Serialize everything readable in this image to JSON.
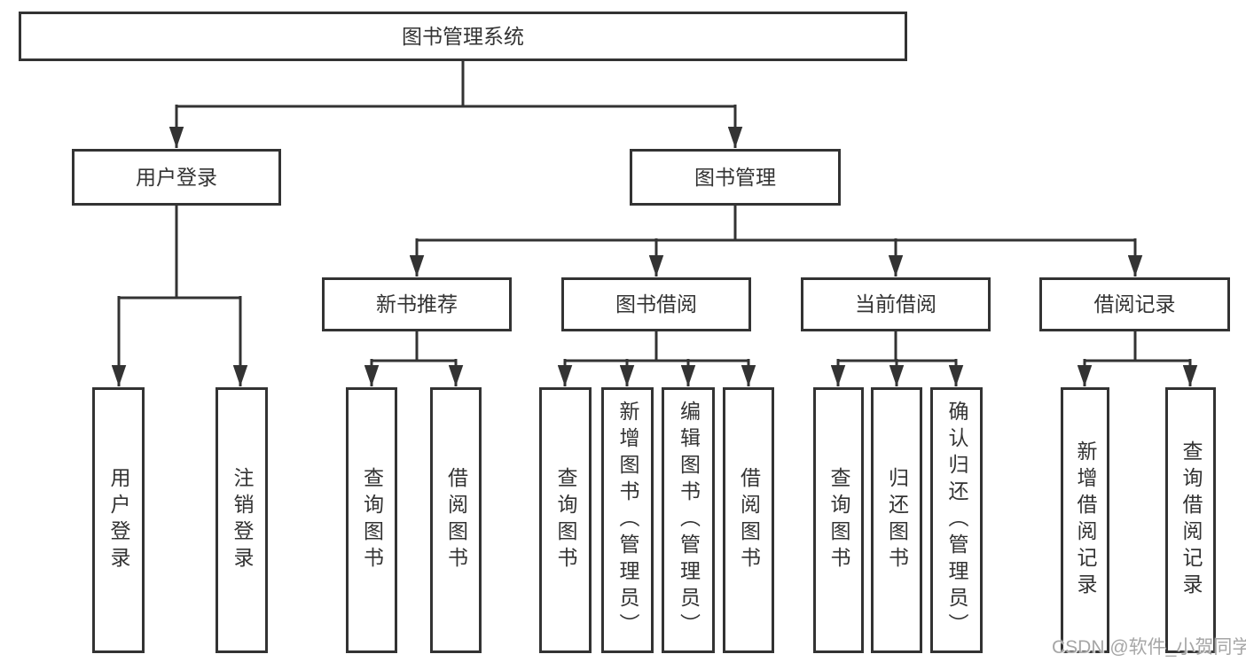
{
  "colors": {
    "line": "#333333",
    "text": "#333333",
    "box_background": "#ffffff",
    "watermark_text": "#a6a6a6"
  },
  "tree": {
    "label": "图书管理系统",
    "children": [
      {
        "label": "用户登录",
        "children": [
          {
            "label": "用户登录"
          },
          {
            "label": "注销登录"
          }
        ]
      },
      {
        "label": "图书管理",
        "children": [
          {
            "label": "新书推荐",
            "children": [
              {
                "label": "查询图书"
              },
              {
                "label": "借阅图书"
              }
            ]
          },
          {
            "label": "图书借阅",
            "children": [
              {
                "label": "查询图书"
              },
              {
                "label": "新增图书（管理员）"
              },
              {
                "label": "编辑图书（管理员）"
              },
              {
                "label": "借阅图书"
              }
            ]
          },
          {
            "label": "当前借阅",
            "children": [
              {
                "label": "查询图书"
              },
              {
                "label": "归还图书"
              },
              {
                "label": "确认归还（管理员）"
              }
            ]
          },
          {
            "label": "借阅记录",
            "children": [
              {
                "label": "新增借阅记录"
              },
              {
                "label": "查询借阅记录"
              }
            ]
          }
        ]
      }
    ]
  },
  "watermark": "CSDN @软件_小贺同学"
}
